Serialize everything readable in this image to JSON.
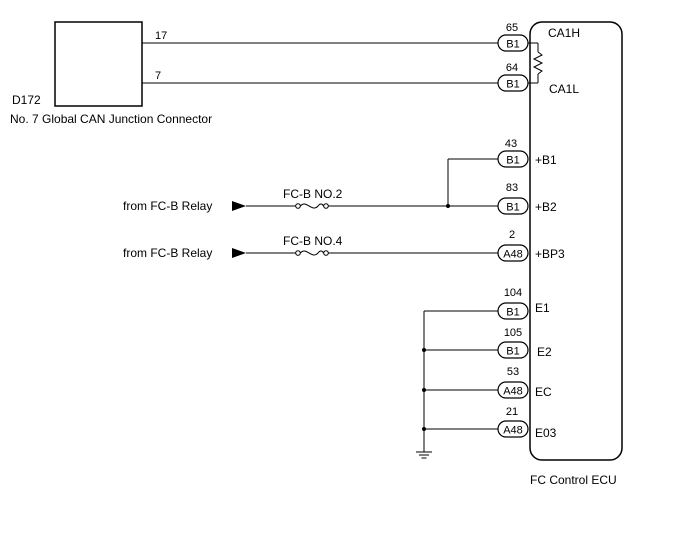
{
  "ecu": {
    "name": "FC Control ECU",
    "terminals": [
      {
        "pin": "65",
        "connector": "B1",
        "label": "CA1H"
      },
      {
        "pin": "64",
        "connector": "B1",
        "label": "CA1L"
      },
      {
        "pin": "43",
        "connector": "B1",
        "label": "+B1"
      },
      {
        "pin": "83",
        "connector": "B1",
        "label": "+B2"
      },
      {
        "pin": "2",
        "connector": "A48",
        "label": "+BP3"
      },
      {
        "pin": "104",
        "connector": "B1",
        "label": "E1"
      },
      {
        "pin": "105",
        "connector": "B1",
        "label": "E2"
      },
      {
        "pin": "53",
        "connector": "A48",
        "label": "EC"
      },
      {
        "pin": "21",
        "connector": "A48",
        "label": "E03"
      }
    ]
  },
  "junction": {
    "code": "D172",
    "name": "No. 7 Global CAN Junction Connector",
    "pins": [
      "17",
      "7"
    ]
  },
  "power_sources": [
    {
      "label": "from FC-B Relay",
      "fuse": "FC-B NO.2"
    },
    {
      "label": "from FC-B Relay",
      "fuse": "FC-B NO.4"
    }
  ]
}
